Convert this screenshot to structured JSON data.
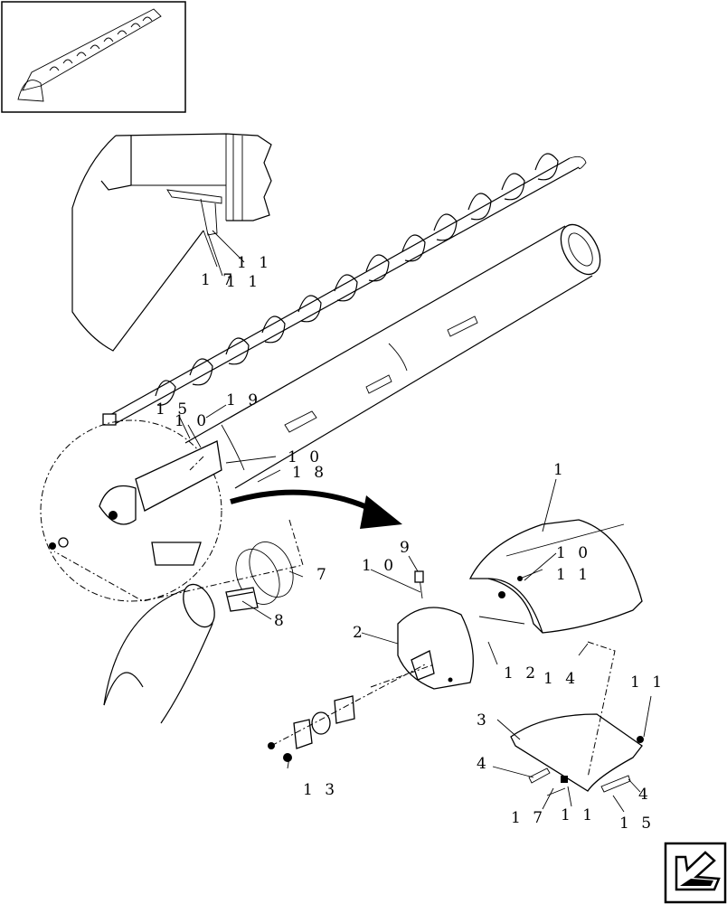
{
  "callouts": {
    "c1": "1",
    "c2": "2",
    "c3": "3",
    "c4a": "4",
    "c4b": "4",
    "c7": "7",
    "c8": "8",
    "c9": "9",
    "c10a": "1 0",
    "c10b": "1 0",
    "c10c": "1 0",
    "c10d": "1 0",
    "c11a": "1 1",
    "c11b": "1 1",
    "c11c": "1 1",
    "c11d": "1 1",
    "c11e": "1 1",
    "c12": "1 2",
    "c13": "1 3",
    "c14": "1 4",
    "c15a": "1 5",
    "c15b": "1 5",
    "c17a": "1 7",
    "c17b": "1 7",
    "c18": "1 8",
    "c19": "1 9"
  },
  "icons": {
    "thumbnail": "auger-assembly-thumbnail",
    "nav": "previous-page-arrow-icon"
  }
}
